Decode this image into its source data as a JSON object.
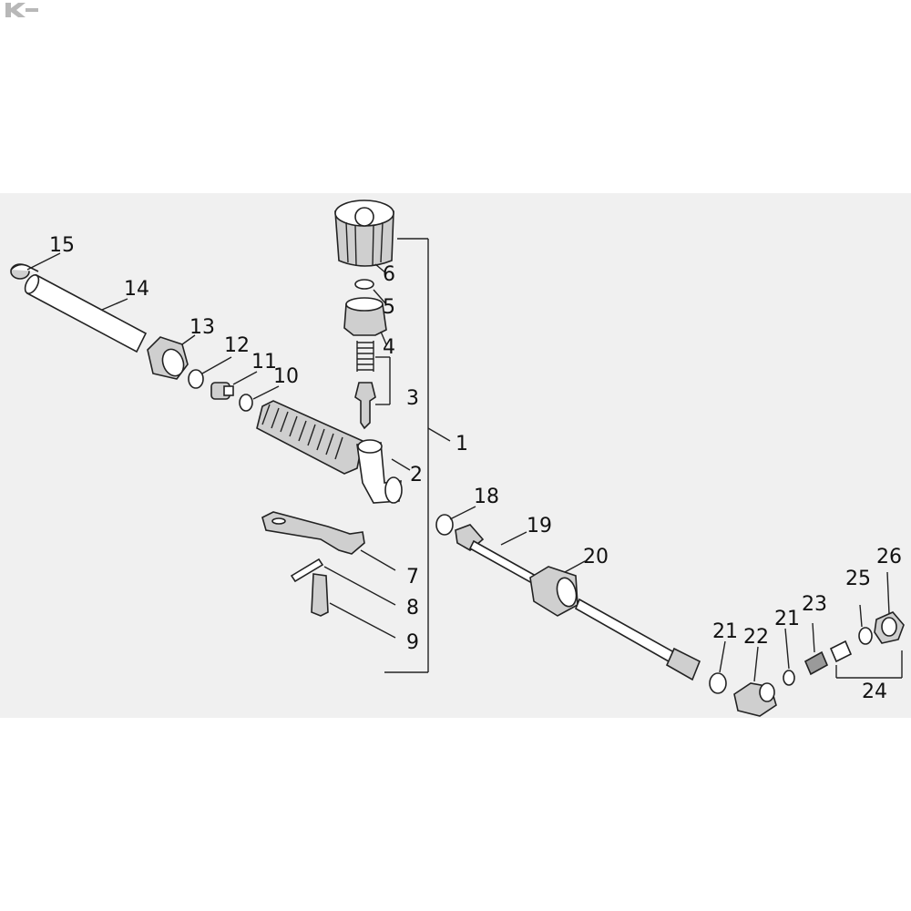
{
  "labels": {
    "l1": "1",
    "l2": "2",
    "l3": "3",
    "l4": "4",
    "l5": "5",
    "l6": "6",
    "l7": "7",
    "l8": "8",
    "l9": "9",
    "l10": "10",
    "l11": "11",
    "l12": "12",
    "l13": "13",
    "l14": "14",
    "l15": "15",
    "l18": "18",
    "l19": "19",
    "l20": "20",
    "l21a": "21",
    "l21b": "21",
    "l22": "22",
    "l23": "23",
    "l24": "24",
    "l25": "25",
    "l26": "26"
  },
  "colors": {
    "panel": "#f0f0f0",
    "line": "#222222",
    "part_fill": "#ffffff",
    "shade": "#cfcfcf"
  },
  "brand_icon": "k-logo-icon"
}
